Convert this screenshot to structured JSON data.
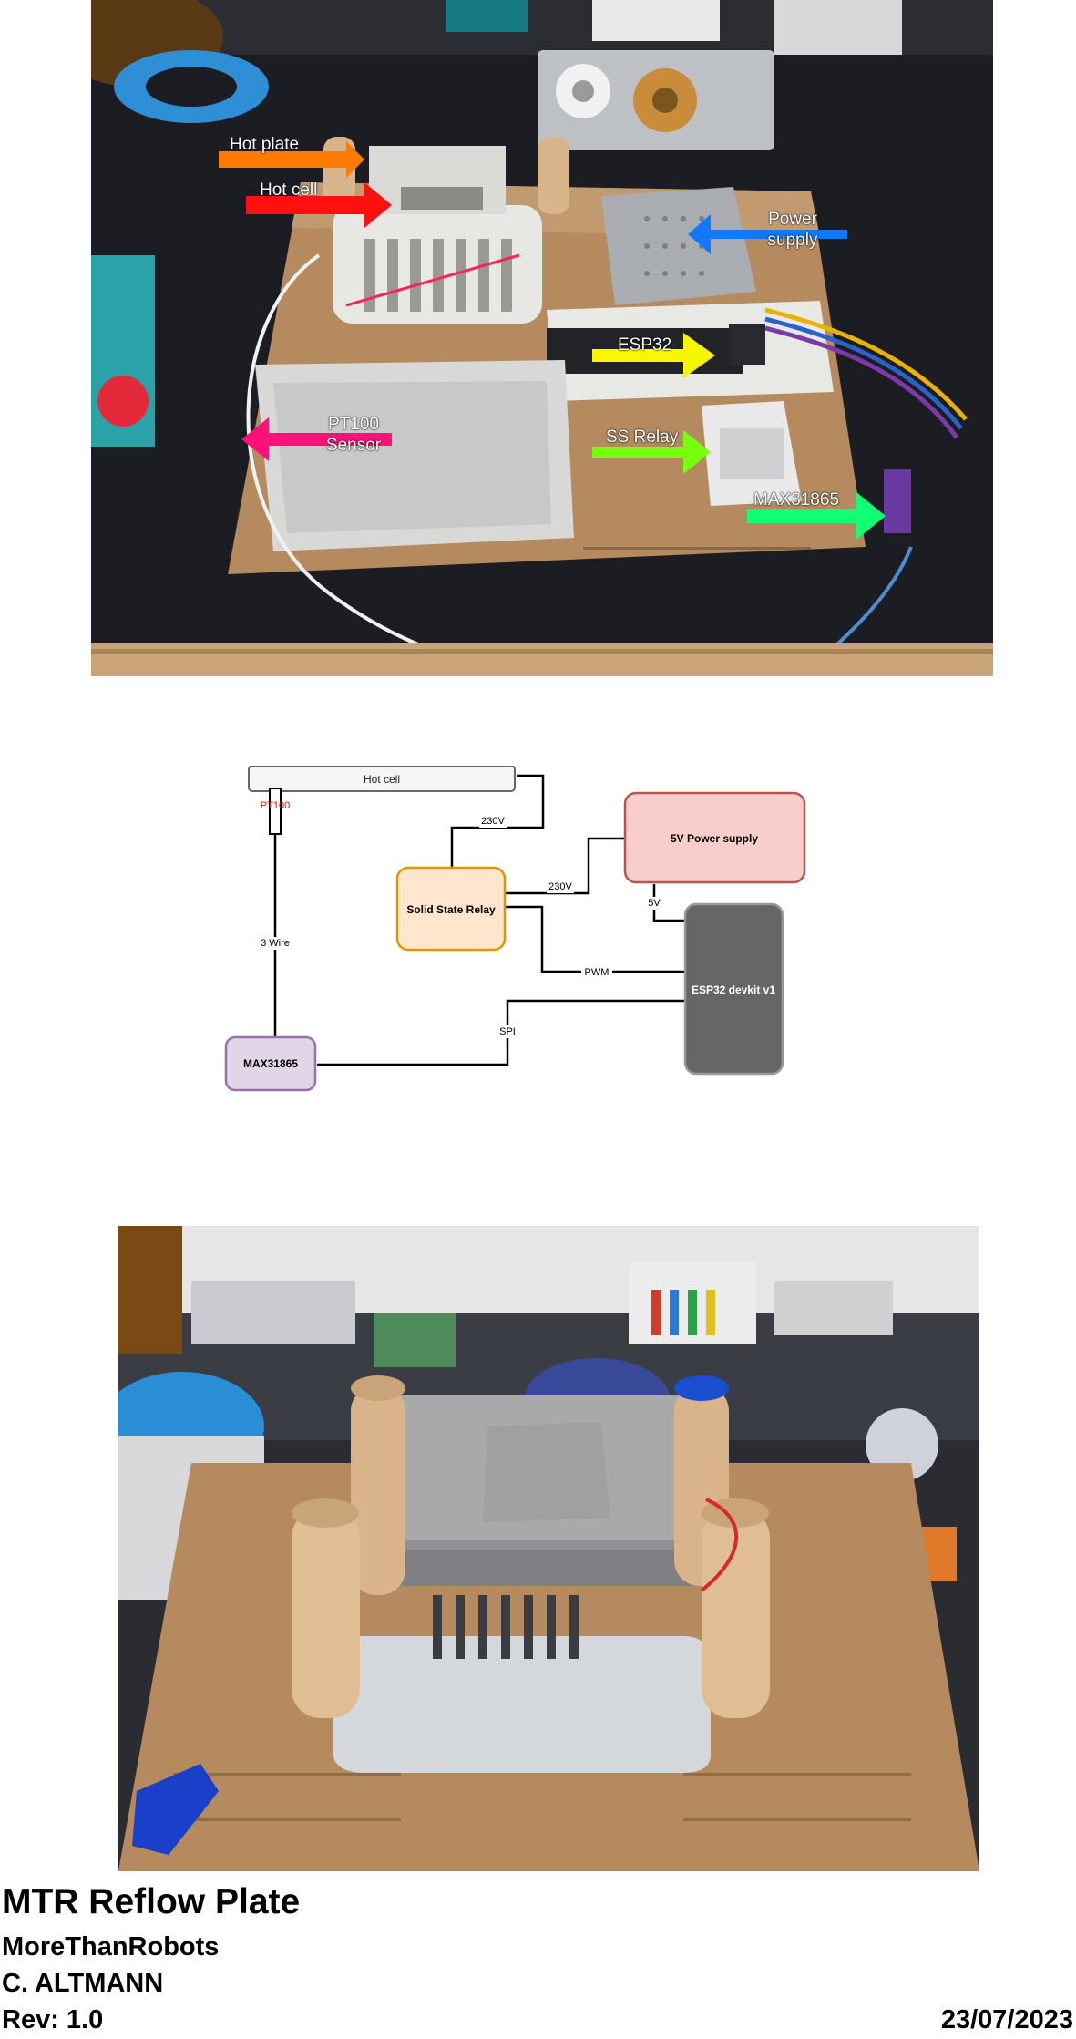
{
  "photo_top": {
    "callouts": {
      "hot_plate": "Hot plate",
      "hot_cell": "Hot cell",
      "power_supply": "Power supply",
      "esp32": "ESP32",
      "pt100_sensor": "PT100 Sensor",
      "ss_relay": "SS Relay",
      "max31865": "MAX31865"
    },
    "arrow_colors": {
      "hot_plate": "#ff7a00",
      "hot_cell": "#ff1010",
      "power_supply": "#1477ff",
      "esp32": "#f7f700",
      "pt100_sensor": "#ff1177",
      "ss_relay": "#77ff10",
      "max31865": "#10ff77"
    }
  },
  "schematic": {
    "blocks": {
      "hot_cell": "Hot cell",
      "pt100": "PT100",
      "solid_state_relay": "Solid State Relay",
      "power_supply": "5V Power supply",
      "esp32": "ESP32 devkit v1",
      "max31865": "MAX31865"
    },
    "wires": {
      "relay_to_hotcell": "230V",
      "relay_to_psu": "230V",
      "psu_to_esp": "5V",
      "pwm": "PWM",
      "spi": "SPI",
      "pt100_3wire": "3 Wire"
    },
    "colors": {
      "hot_cell_fill": "#f5f5f5",
      "relay_fill": "#ffe6cc",
      "relay_stroke": "#d79b00",
      "psu_fill": "#f8cecc",
      "psu_stroke": "#b85450",
      "esp_fill": "#666666",
      "max_fill": "#e1d5e7",
      "max_stroke": "#9673a6",
      "pt100_label": "#ff0000"
    }
  },
  "footer": {
    "title": "MTR Reflow Plate",
    "company": "MoreThanRobots",
    "author": "C. ALTMANN",
    "revision": "Rev: 1.0",
    "date": "23/07/2023"
  }
}
